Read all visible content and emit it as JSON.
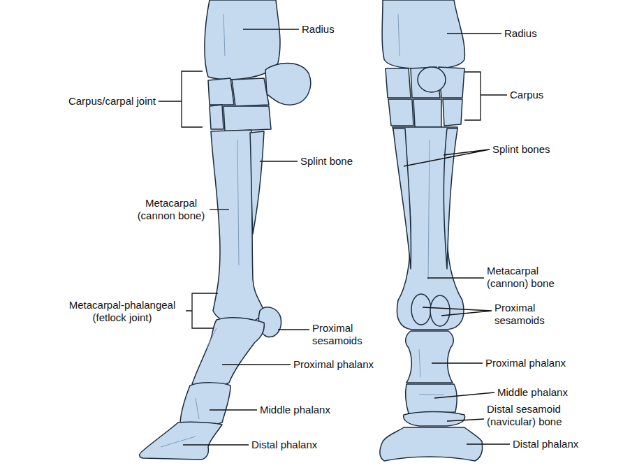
{
  "diagram": {
    "labels": [
      "Radius",
      "Carpus/carpal joint",
      "Splint bone",
      "Metacarpal (cannon bone)",
      "Metacarpal-phalangeal (fetlock joint)",
      "Proximal sesamoids",
      "Proximal phalanx",
      "Middle phalanx",
      "Distal phalanx",
      "Radius",
      "Carpus",
      "Splint bones",
      "Metacarpal (cannon) bone",
      "Proximal sesamoids",
      "Proximal phalanx",
      "Middle phalanx",
      "Distal sesamoid (navicular) bone",
      "Distal phalanx"
    ]
  }
}
